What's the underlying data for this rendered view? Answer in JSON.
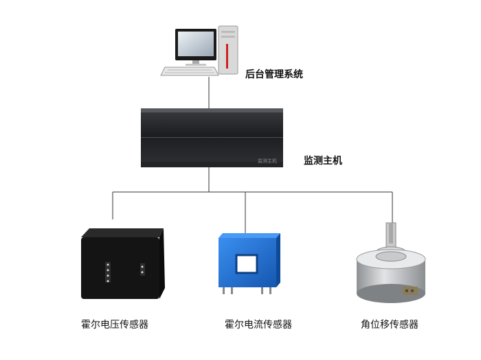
{
  "nodes": {
    "backend": {
      "label": "后台管理系统"
    },
    "host": {
      "label": "监测主机",
      "plate": "监测主机"
    },
    "sensors": [
      {
        "label": "霍尔电压传感器"
      },
      {
        "label": "霍尔电流传感器"
      },
      {
        "label": "角位移传感器"
      }
    ]
  },
  "colors": {
    "line": "#333333",
    "host_body": "#2b2d31",
    "current_sensor": "#1f6fd0",
    "voltage_sensor": "#151515",
    "angle_sensor": "#b9bcc0"
  }
}
